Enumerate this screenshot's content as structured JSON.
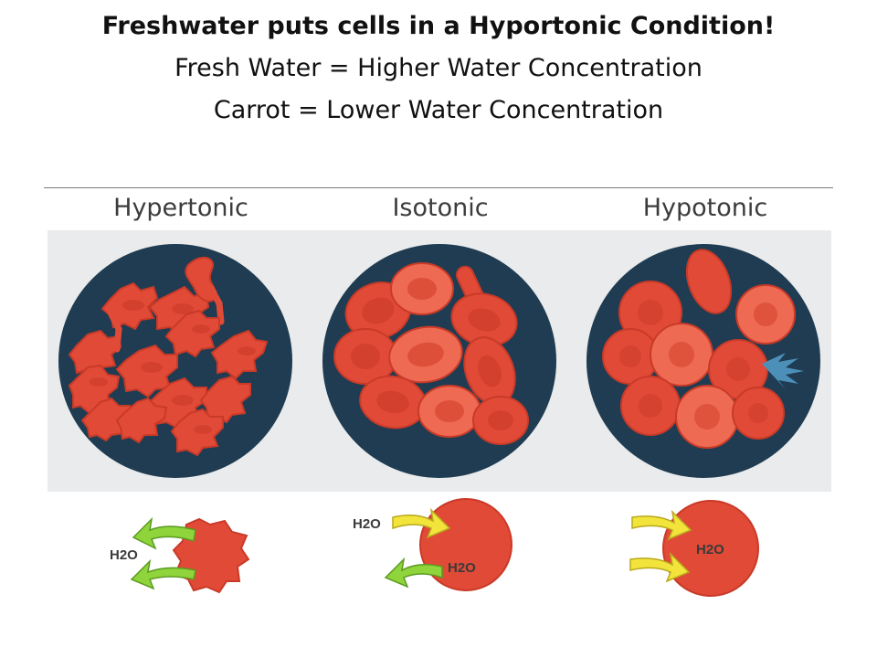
{
  "title": {
    "line1": "Freshwater puts cells in a Hyportonic Condition!",
    "line2": "Fresh Water = Higher Water Concentration",
    "line3": "Carrot = Lower Water Concentration"
  },
  "panels": [
    {
      "label": "Hypertonic",
      "water_label": "H2O"
    },
    {
      "label": "Isotonic",
      "water_label_in": "H2O",
      "water_label_cell": "H2O"
    },
    {
      "label": "Hypotonic",
      "water_label_cell": "H2O"
    }
  ],
  "colors": {
    "dish": "#1f3c52",
    "cell": "#e14a36",
    "cell_dark": "#c93a28",
    "cell_light": "#ee6a52",
    "arrow_out": "#8ed43a",
    "arrow_in": "#f2e43a",
    "burst": "#4c8fb8"
  }
}
